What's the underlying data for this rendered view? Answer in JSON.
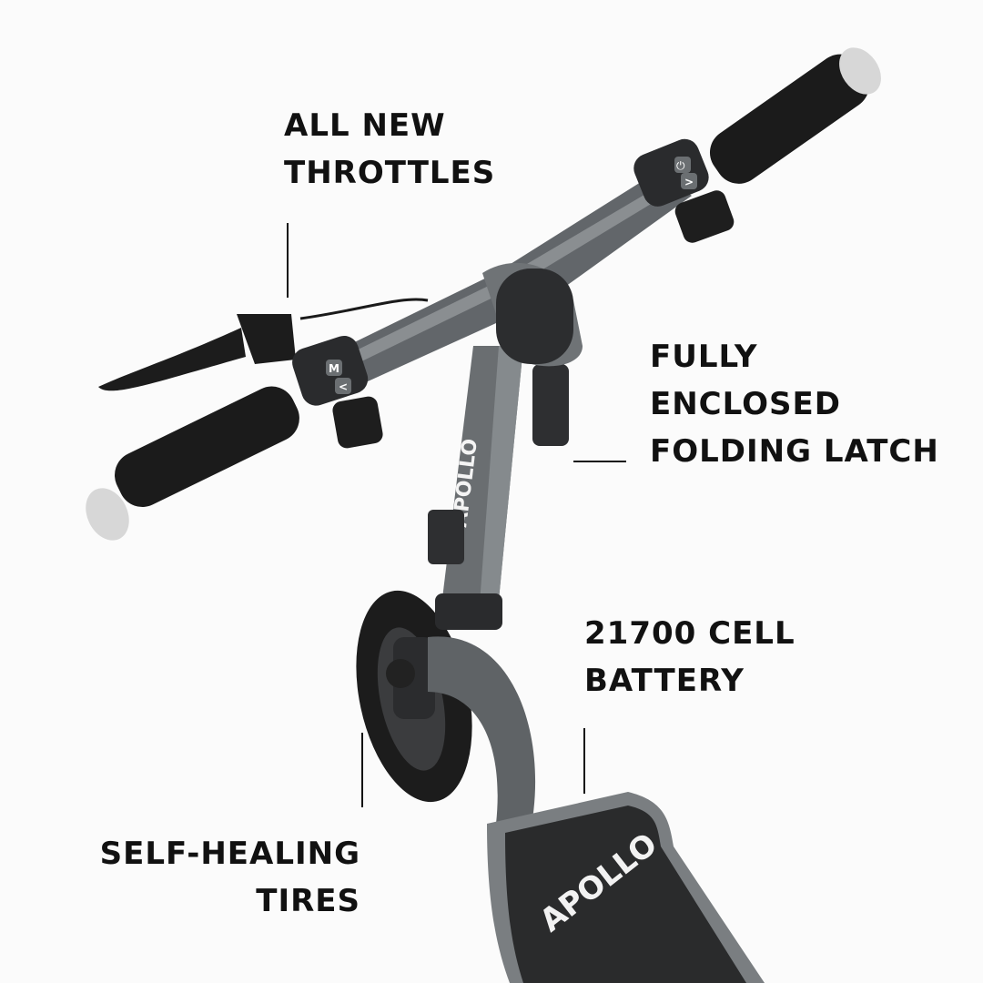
{
  "colors": {
    "background": "#fbfbfb",
    "frame": "#5f6366",
    "frame_highlight": "#8a8e91",
    "grip": "#1b1b1b",
    "deck": "#2a2b2c",
    "text": "#111111"
  },
  "callouts": {
    "throttles": {
      "line1": "ALL NEW",
      "line2": "THROTTLES"
    },
    "latch": {
      "line1": "FULLY",
      "line2": "ENCLOSED",
      "line3": "FOLDING LATCH"
    },
    "battery": {
      "line1": "21700 CELL",
      "line2": "BATTERY"
    },
    "tires": {
      "line1": "SELF-HEALING",
      "line2": "TIRES"
    }
  },
  "product": {
    "stem_logo": "APOLLO",
    "deck_logo": "APOLLO",
    "left_button_top": "M",
    "left_button_bottom": "<",
    "right_button_top": "⏻",
    "right_button_bottom": ">"
  }
}
